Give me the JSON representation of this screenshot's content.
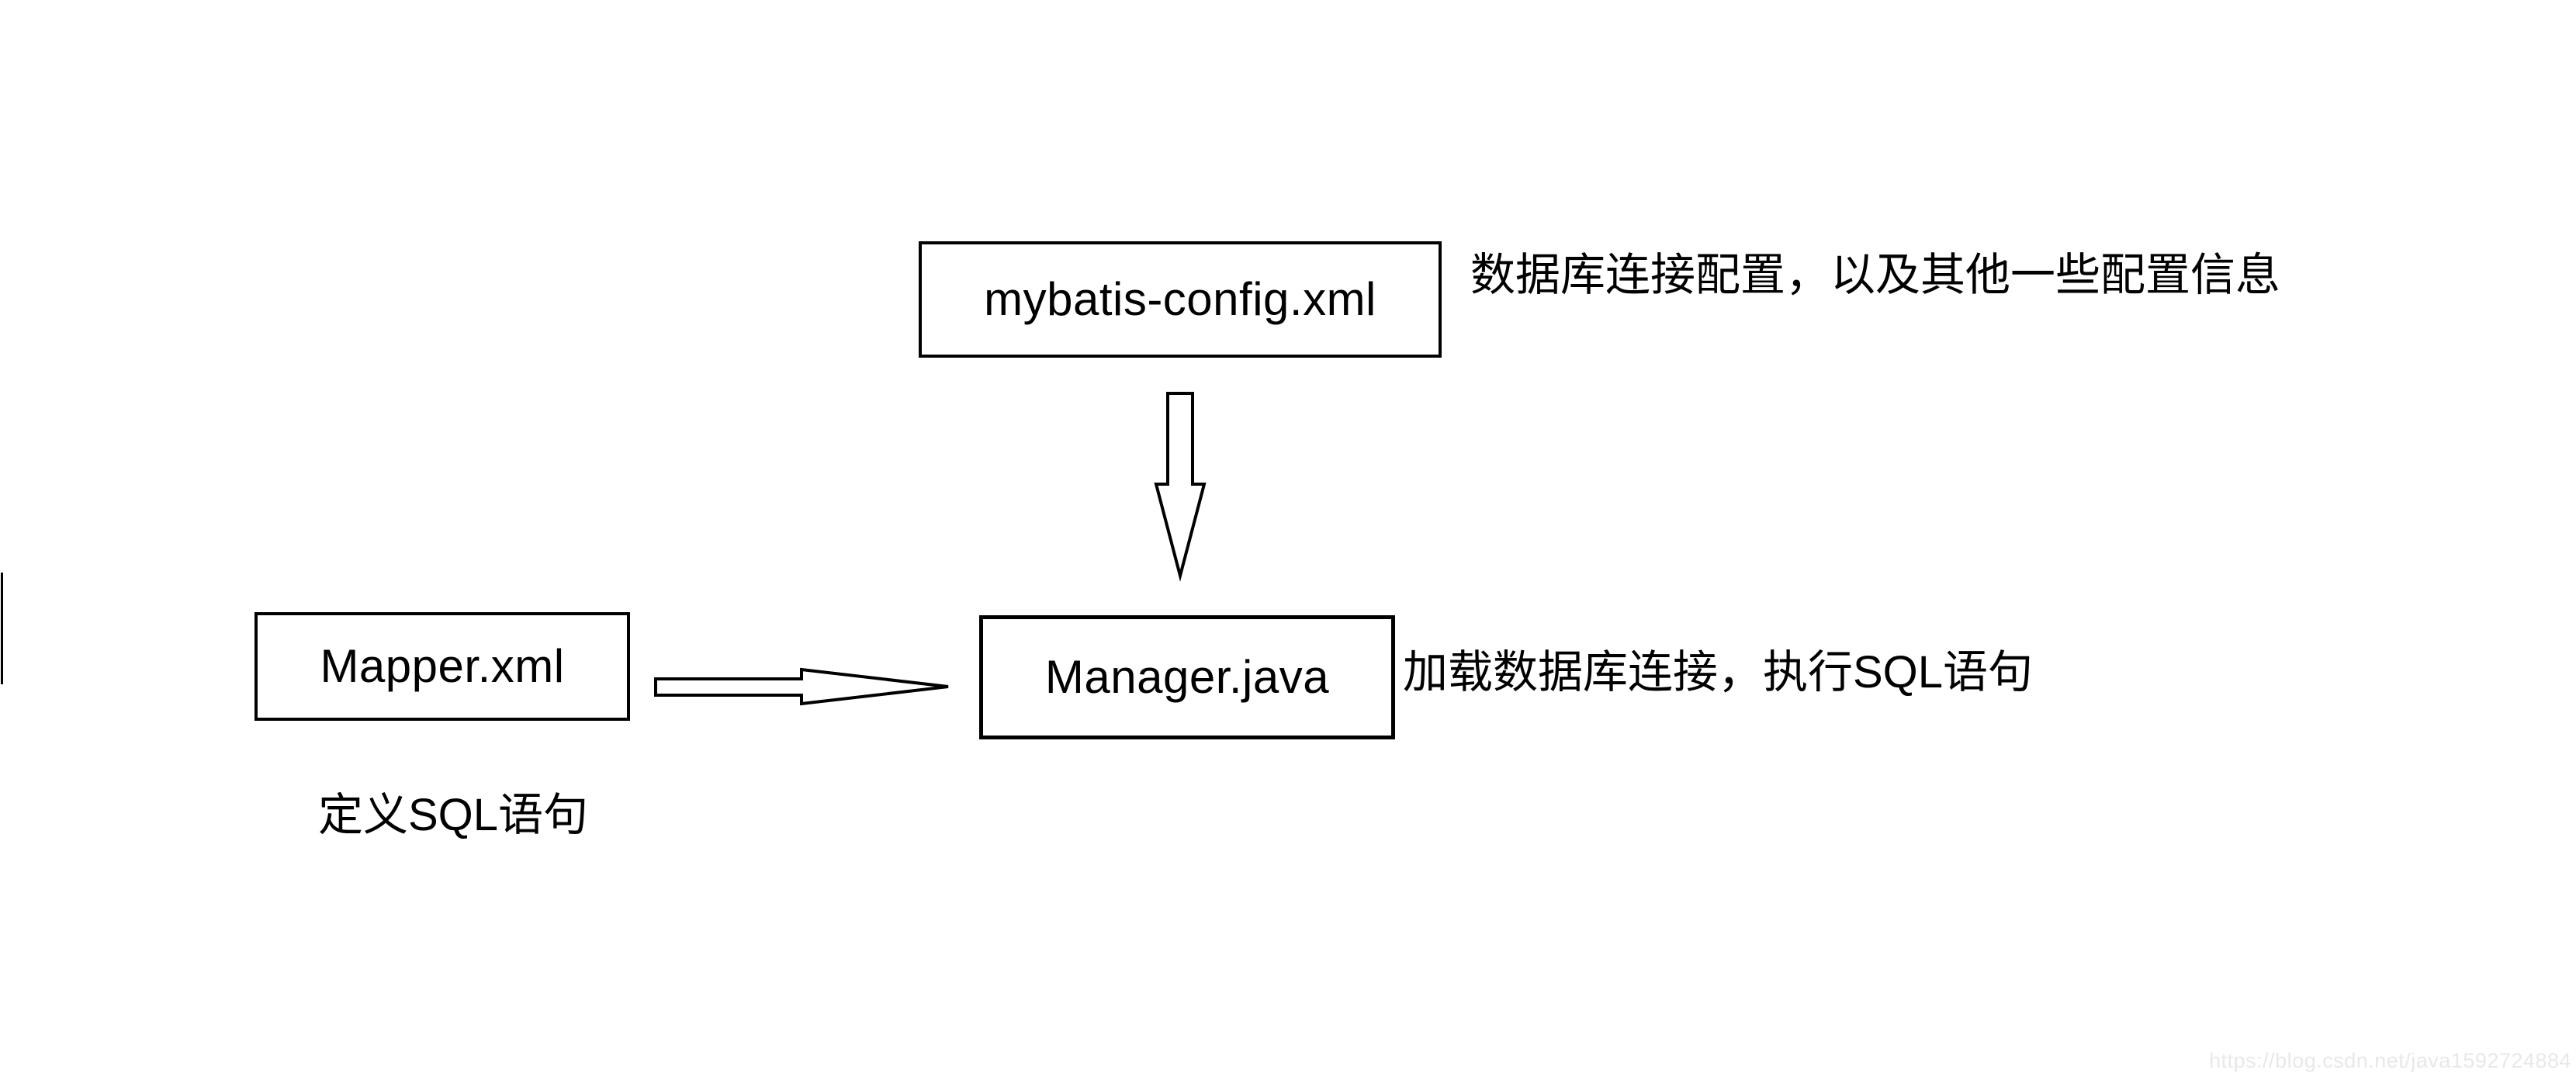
{
  "diagram": {
    "nodes": {
      "config": {
        "label": "mybatis-config.xml"
      },
      "mapper": {
        "label": "Mapper.xml"
      },
      "manager": {
        "label": "Manager.java"
      }
    },
    "annotations": {
      "config_note": "数据库连接配置，以及其他一些配置信息",
      "manager_note": "加载数据库连接，执行SQL语句",
      "mapper_note": "定义SQL语句"
    },
    "arrows": {
      "down_arrow": "config-to-manager",
      "right_arrow": "mapper-to-manager"
    },
    "colors": {
      "stroke": "#000000",
      "node_fill": "#ffffff",
      "background": "#ffffff",
      "watermark": "#e8e8e8"
    }
  },
  "watermark": {
    "text": "https://blog.csdn.net/java1592724884"
  }
}
